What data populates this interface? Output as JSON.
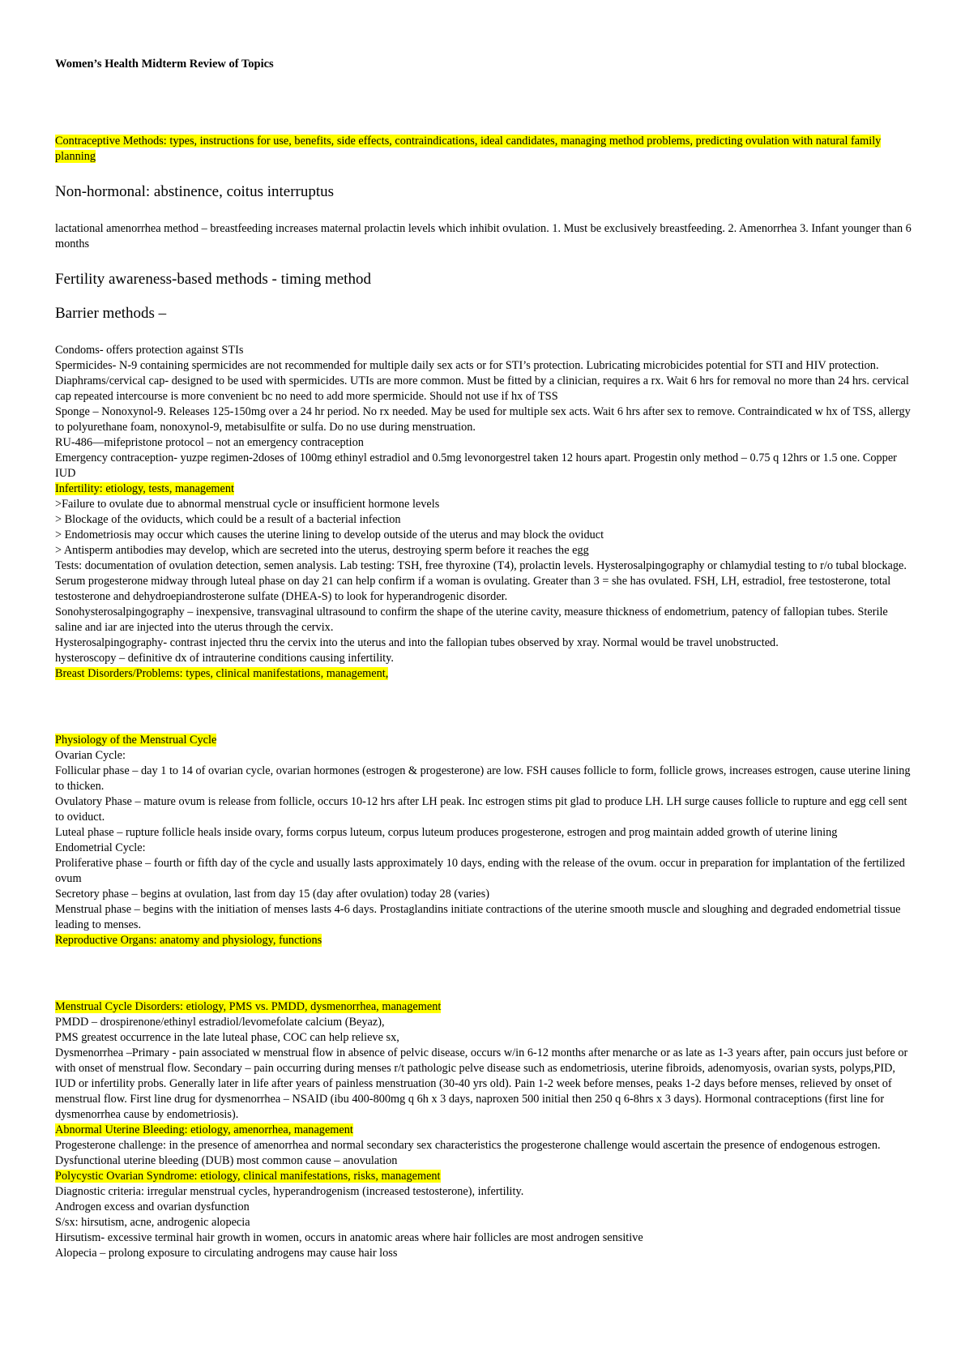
{
  "title": "Women’s Health Midterm Review of Topics",
  "s1": {
    "topic": "Contraceptive Methods: types, instructions for use, benefits, side effects, contraindications, ideal candidates, managing method problems, predicting ovulation with natural family planning",
    "h_nonhormonal": "Non-hormonal: abstinence, coitus interruptus",
    "lam": "lactational amenorrhea method – breastfeeding increases maternal prolactin levels which inhibit ovulation. 1. Must be exclusively breastfeeding. 2. Amenorrhea 3. Infant younger than 6 months",
    "h_fertility": "Fertility awareness-based methods - timing method",
    "h_barrier": "Barrier methods –",
    "lines": [
      "Condoms- offers protection against STIs",
      "Spermicides- N-9 containing spermicides are not recommended for multiple daily sex acts or for STI’s protection. Lubricating microbicides potential for STI and HIV protection.",
      "Diaphrams/cervical cap- designed to be used with spermicides. UTIs are more common. Must be fitted by a clinician, requires a rx. Wait 6 hrs for removal no more than 24 hrs. cervical cap repeated intercourse is more convenient bc no need to add more spermicide. Should not use if hx of TSS",
      "Sponge – Nonoxynol-9. Releases 125-150mg over a 24 hr period. No rx needed. May be used for multiple sex acts. Wait 6 hrs after sex to remove. Contraindicated w hx of TSS, allergy to polyurethane foam, nonoxynol-9, metabisulfite or sulfa. Do no use during menstruation.",
      "RU-486—mifepristone protocol – not an emergency contraception",
      "Emergency contraception- yuzpe regimen-2doses of 100mg ethinyl estradiol and 0.5mg levonorgestrel taken 12 hours apart. Progestin only method – 0.75 q 12hrs or 1.5 one. Copper IUD"
    ]
  },
  "s2": {
    "topic": "Infertility: etiology, tests, management",
    "lines": [
      ">Failure to ovulate due to abnormal menstrual cycle or insufficient hormone levels",
      "> Blockage of the oviducts, which could be a result of a bacterial infection",
      "> Endometriosis may occur which causes the uterine lining to develop outside of the uterus and may block the oviduct",
      "> Antisperm antibodies may develop, which are secreted into the uterus, destroying sperm before it reaches the egg",
      "Tests: documentation of ovulation detection, semen analysis. Lab testing: TSH, free thyroxine (T4), prolactin levels. Hysterosalpingography or chlamydial testing to r/o tubal blockage. Serum progesterone midway through luteal phase on day 21 can help confirm if a woman is ovulating. Greater than 3 = she has ovulated. FSH, LH, estradiol, free testosterone, total testosterone and dehydroepiandrosterone sulfate (DHEA-S) to look for hyperandrogenic disorder.",
      "Sonohysterosalpingography – inexpensive, transvaginal ultrasound to confirm the shape of the uterine cavity, measure thickness of endometrium, patency of fallopian tubes. Sterile saline and iar are injected into the uterus through the cervix.",
      "Hysterosalpingography- contrast injected thru the cervix into the uterus and into the fallopian tubes observed by xray. Normal would be travel unobstructed.",
      "hysteroscopy – definitive dx of intrauterine conditions causing infertility."
    ]
  },
  "s3": {
    "topic": "Breast Disorders/Problems: types, clinical manifestations, management,"
  },
  "s4": {
    "topic": "Physiology of the Menstrual Cycle",
    "lines": [
      "Ovarian Cycle:",
      "Follicular phase – day 1 to 14 of ovarian cycle, ovarian hormones (estrogen & progesterone) are low. FSH causes follicle to form, follicle grows, increases estrogen, cause uterine lining to thicken.",
      "Ovulatory Phase – mature ovum is release from follicle, occurs 10-12 hrs after LH peak. Inc estrogen stims pit glad to produce LH. LH surge causes follicle to rupture and egg cell sent to oviduct.",
      "Luteal phase – rupture follicle heals inside ovary, forms corpus luteum, corpus luteum produces progesterone, estrogen and prog maintain added growth of uterine lining",
      "Endometrial Cycle:",
      "Proliferative phase – fourth or fifth day of the cycle and usually lasts approximately 10 days, ending with the release of the ovum. occur in preparation for implantation of the fertilized ovum",
      "Secretory phase – begins at ovulation, last from day 15 (day after ovulation) today 28 (varies)",
      "Menstrual phase – begins with the initiation of menses lasts 4-6 days. Prostaglandins initiate contractions of the uterine smooth muscle and sloughing and degraded endometrial tissue leading to menses."
    ]
  },
  "s5": {
    "topic": "Reproductive Organs: anatomy and physiology, functions"
  },
  "s6": {
    "topic": "Menstrual Cycle Disorders: etiology, PMS vs. PMDD, dysmenorrhea, management",
    "lines": [
      "PMDD – drospirenone/ethinyl estradiol/levomefolate calcium (Beyaz),",
      "PMS greatest occurrence in the late luteal phase, COC can help relieve sx,",
      "Dysmenorrhea –Primary - pain associated w menstrual flow in absence of pelvic disease, occurs w/in 6-12 months after menarche or as late as 1-3 years after, pain occurs just before or with onset of menstrual flow. Secondary – pain occurring during menses r/t pathologic pelve disease such as endometriosis, uterine fibroids, adenomyosis, ovarian systs, polyps,PID, IUD or infertility probs. Generally later in life after years of painless menstruation (30-40 yrs old). Pain 1-2 week before menses, peaks 1-2 days before menses, relieved by onset of menstrual flow. First line drug for dysmenorrhea – NSAID (ibu 400-800mg q 6h x 3 days, naproxen 500 initial then 250 q 6-8hrs x 3 days). Hormonal contraceptions (first line for dysmenorrhea cause by endometriosis)."
    ]
  },
  "s7": {
    "topic": "Abnormal Uterine Bleeding: etiology, amenorrhea, management",
    "lines": [
      "Progesterone challenge: in the presence of amenorrhea and normal secondary sex characteristics the progesterone challenge would ascertain the presence of endogenous estrogen.",
      "Dysfunctional uterine bleeding (DUB) most common cause – anovulation"
    ]
  },
  "s8": {
    "topic": "Polycystic Ovarian Syndrome: etiology, clinical manifestations, risks, management",
    "lines": [
      "Diagnostic criteria: irregular menstrual cycles, hyperandrogenism (increased testosterone), infertility.",
      "Androgen excess and ovarian dysfunction",
      "S/sx: hirsutism, acne, androgenic alopecia",
      "Hirsutism- excessive terminal hair growth in women, occurs in anatomic areas where hair follicles are most androgen sensitive",
      "Alopecia – prolong exposure to circulating androgens may cause hair loss"
    ]
  }
}
